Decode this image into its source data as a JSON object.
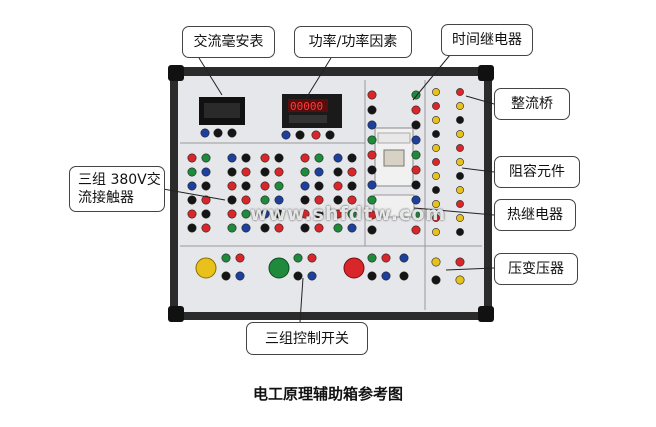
{
  "labels": {
    "ac_milliammeter": "交流毫安表",
    "power_factor": "功率/功率因素",
    "time_relay": "时间继电器",
    "rectifier_bridge": "整流桥",
    "rc_components": "阻容元件",
    "contactors": "三组 380V交流接触器",
    "thermal_relay": "热继电器",
    "transformer": "压变压器",
    "control_switch": "三组控制开关"
  },
  "caption": "电工原理辅助箱参考图",
  "watermark": "www.shfdtw.com",
  "panel_labels": {
    "meter_display": "00000"
  },
  "colors": {
    "red": "#d8262a",
    "green": "#1f8a3c",
    "blue": "#1d3f9e",
    "black": "#151515",
    "yellow": "#e8c21a",
    "panel": "#e9eaec",
    "frame": "#2a2a2a"
  }
}
